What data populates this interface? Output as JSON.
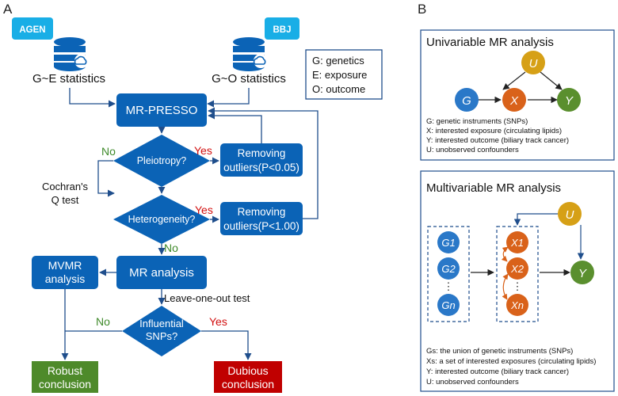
{
  "panel_a": {
    "label": "A",
    "db_left_tag": "AGEN",
    "db_right_tag": "BBJ",
    "ge_stats": "G~E statistics",
    "go_stats": "G~O statistics",
    "legend": [
      "G: genetics",
      "E: exposure",
      "O: outcome"
    ],
    "mr_presso": "MR-PRESSO",
    "pleiotropy": "Pleiotropy?",
    "heterogeneity": "Heterogeneity?",
    "removing1_line1": "Removing",
    "removing1_line2": "outliers(P<0.05)",
    "removing2_line1": "Removing",
    "removing2_line2": "outliers(P<1.00)",
    "yes": "Yes",
    "no": "No",
    "cochran_line1": "Cochran's",
    "cochran_line2": "Q test",
    "mvmr_line1": "MVMR",
    "mvmr_line2": "analysis",
    "mr_analysis": "MR analysis",
    "leave_one_out": "Leave-one-out test",
    "influential_line1": "Influential",
    "influential_line2": "SNPs?",
    "robust_line1": "Robust",
    "robust_line2": "conclusion",
    "dubious_line1": "Dubious",
    "dubious_line2": "conclusion"
  },
  "panel_b": {
    "label": "B",
    "univariable": {
      "title": "Univariable MR analysis",
      "nodes": {
        "g": "G",
        "x": "X",
        "y": "Y",
        "u": "U"
      },
      "legend": [
        "G: genetic instruments (SNPs)",
        "X: interested exposure (circulating lipids)",
        "Y: interested outcome (biliary track cancer)",
        "U: unobserved confounders"
      ]
    },
    "multivariable": {
      "title": "Multivariable MR analysis",
      "g_nodes": [
        "G1",
        "G2",
        "Gn"
      ],
      "x_nodes": [
        "X1",
        "X2",
        "Xn"
      ],
      "ellipsis": "⋮",
      "u": "U",
      "y": "Y",
      "legend": [
        "Gs: the union of genetic instruments (SNPs)",
        "Xs: a set of interested exposures (circulating lipids)",
        "Y: interested outcome (biliary track cancer)",
        "U: unobserved confounders"
      ]
    }
  },
  "colors": {
    "blue": "#0b63b6",
    "dark_blue": "#1f4e8c",
    "cyan": "#19aee6",
    "orange": "#d9621a",
    "green": "#5a8f2e",
    "gold": "#d6a016",
    "red": "#c00000",
    "robust_green": "#4e8a2a",
    "text_green": "#3f8a2a",
    "text_red": "#d20f0f"
  }
}
